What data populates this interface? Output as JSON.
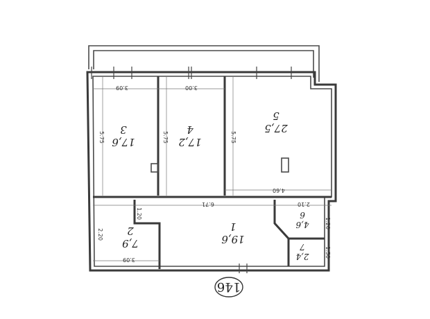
{
  "plan": {
    "rooms": [
      {
        "id": "1",
        "number": "1",
        "area": "19,6"
      },
      {
        "id": "2",
        "number": "2",
        "area": "7,9"
      },
      {
        "id": "3",
        "number": "3",
        "area": "17,6"
      },
      {
        "id": "4",
        "number": "4",
        "area": "17,2"
      },
      {
        "id": "5",
        "number": "5",
        "area": "27,5"
      },
      {
        "id": "6",
        "number": "6",
        "area": "4,6"
      },
      {
        "id": "7",
        "number": "7",
        "area": "2,4"
      }
    ],
    "dimensions": {
      "room3_width": "3.09",
      "room4_width": "3.00",
      "room3_height": "5.75",
      "room4_height": "5.75",
      "room5_height": "5.75",
      "room5_width": "4.60",
      "room6_width": "2.10",
      "corridor_length": "6.71",
      "room2_step": "1.20",
      "room2_height": "2.20",
      "room2_width": "3.09",
      "room6_height": "1.20",
      "room7_height": "1.50"
    },
    "plan_number": "146"
  }
}
